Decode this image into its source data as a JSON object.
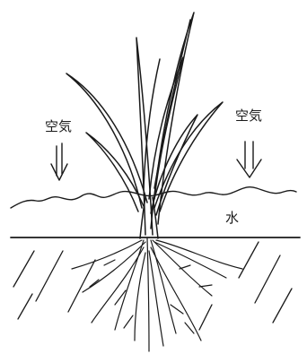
{
  "labels": {
    "air_left": "空気",
    "air_right": "空気",
    "water": "水"
  }
}
